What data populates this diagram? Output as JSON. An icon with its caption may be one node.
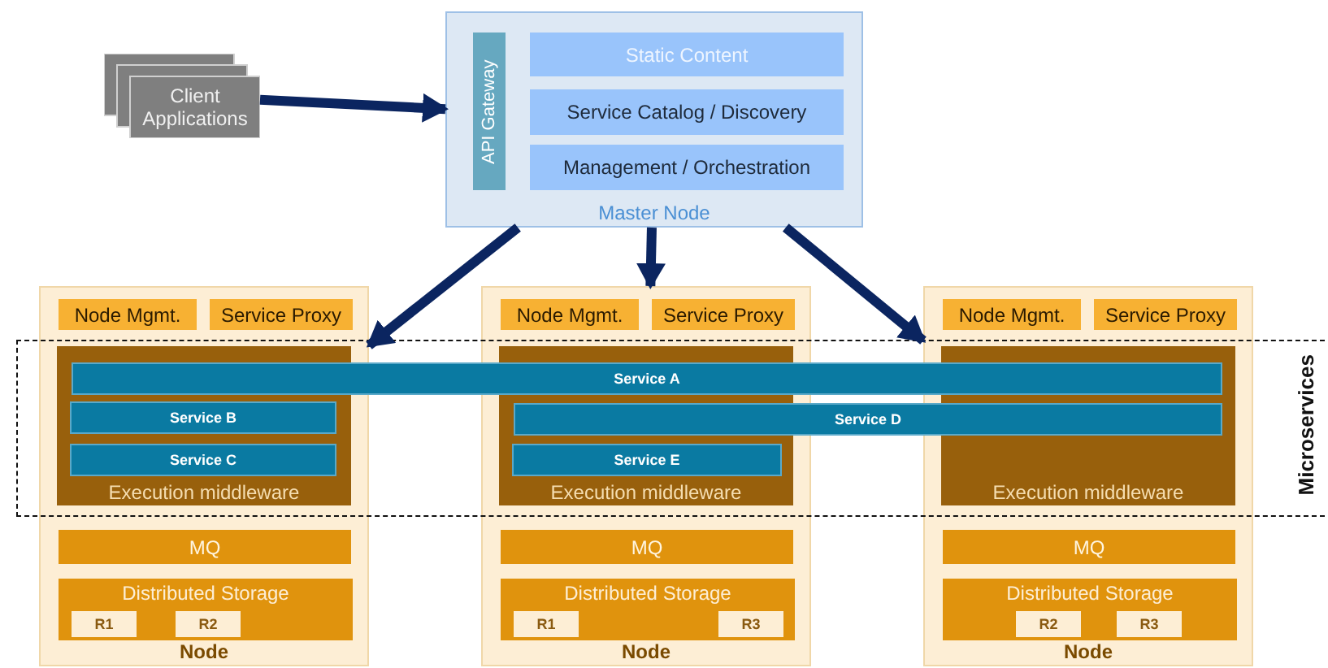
{
  "diagram": {
    "nodes": [
      {
        "text": [
          "Client Applications"
        ]
      },
      {
        "text": [
          "Master Node"
        ]
      },
      {
        "text": [
          "API Gateway"
        ],
        "in": 1
      },
      {
        "text": [
          "Static Content"
        ],
        "in": 1
      },
      {
        "text": [
          "Service Catalog / Discovery"
        ],
        "in": 1
      },
      {
        "text": [
          "Management / Orchestration"
        ],
        "in": 1
      },
      {
        "text": [
          "Node"
        ]
      },
      {
        "text": [
          "Node Mgmt."
        ],
        "in": 6
      },
      {
        "text": [
          "Service Proxy"
        ],
        "in": 6
      },
      {
        "text": [
          "Execution middleware"
        ]
      },
      {
        "text": [
          "MQ"
        ],
        "in": 6
      },
      {
        "text": [
          "Distributed Storage"
        ],
        "in": 6
      },
      {
        "text": [
          "R1"
        ],
        "in": 11
      },
      {
        "text": [
          "R2"
        ],
        "in": 11
      },
      {
        "text": [
          "Node"
        ]
      },
      {
        "text": [
          "Node Mgmt."
        ],
        "in": 14
      },
      {
        "text": [
          "Service Proxy"
        ],
        "in": 14
      },
      {
        "text": [
          "Execution middleware"
        ]
      },
      {
        "text": [
          "MQ"
        ],
        "in": 14
      },
      {
        "text": [
          "Distributed Storage"
        ],
        "in": 14
      },
      {
        "text": [
          "R1"
        ],
        "in": 19
      },
      {
        "text": [
          "R3"
        ],
        "in": 19
      },
      {
        "text": [
          "Node"
        ]
      },
      {
        "text": [
          "Node Mgmt."
        ],
        "in": 22
      },
      {
        "text": [
          "Service Proxy"
        ],
        "in": 22
      },
      {
        "text": [
          "Execution middleware"
        ]
      },
      {
        "text": [
          "MQ"
        ],
        "in": 22
      },
      {
        "text": [
          "Distributed Storage"
        ],
        "in": 22
      },
      {
        "text": [
          "R2"
        ],
        "in": 27
      },
      {
        "text": [
          "R3"
        ],
        "in": 27
      },
      {
        "text": [
          "Microservices"
        ]
      },
      {
        "text": [
          "Service A"
        ],
        "in": 30
      },
      {
        "text": [
          "Service B"
        ],
        "in": 9
      },
      {
        "text": [
          "Service C"
        ],
        "in": 9
      },
      {
        "text": [
          "Service D"
        ],
        "in": 30
      },
      {
        "text": [
          "Service E"
        ],
        "in": 17
      }
    ],
    "edges": [
      {
        "from": 0,
        "to": 1,
        "arrow": "to"
      },
      {
        "from": 1,
        "to": 6,
        "arrow": "to"
      },
      {
        "from": 1,
        "to": 14,
        "arrow": "to"
      },
      {
        "from": 1,
        "to": 22,
        "arrow": "to"
      }
    ]
  }
}
